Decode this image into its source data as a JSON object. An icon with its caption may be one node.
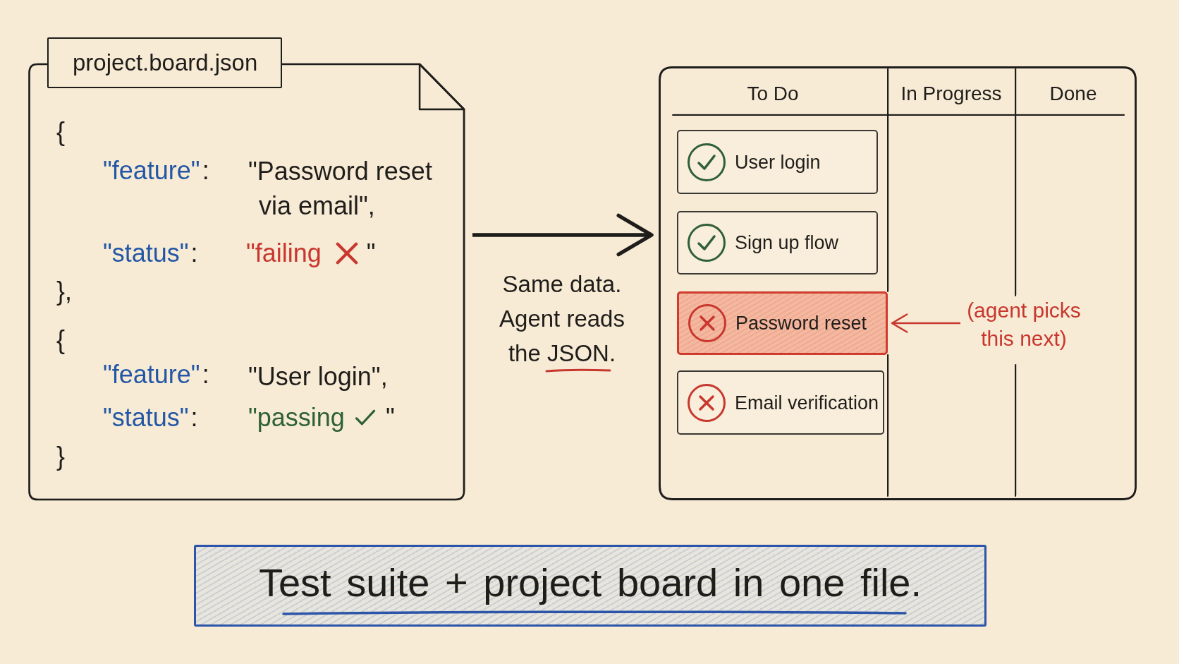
{
  "diagram": {
    "nodes": [
      {
        "text": [
          "project.board.json",
          "{",
          "\"feature\"",
          ":",
          "\"Password reset via email\",",
          "\"status\"",
          ":",
          "\"failing",
          "\"",
          "},",
          "{",
          "\"feature\"",
          ":",
          "\"User login\",",
          "\"status\"",
          ":",
          "\"passing",
          "\"",
          "}"
        ]
      },
      {
        "text": [
          "To Do",
          "In Progress",
          "Done"
        ]
      },
      {
        "text": [
          "User login"
        ],
        "in": 1
      },
      {
        "text": [
          "Sign up flow"
        ],
        "in": 1
      },
      {
        "text": [
          "Password reset"
        ],
        "in": 1
      },
      {
        "text": [
          "Email verification"
        ],
        "in": 1
      },
      {
        "text": [
          "(agent picks this next)"
        ],
        "in": 1
      },
      {
        "text": [
          "Test suite + project board in one file."
        ]
      }
    ],
    "edges": [
      {
        "from": 0,
        "to": 1,
        "arrow": "to",
        "style": "thick",
        "label": "Same data. Agent reads the JSON."
      },
      {
        "from": 6,
        "to": 4,
        "arrow": "to",
        "color": "#c8372d"
      }
    ]
  }
}
